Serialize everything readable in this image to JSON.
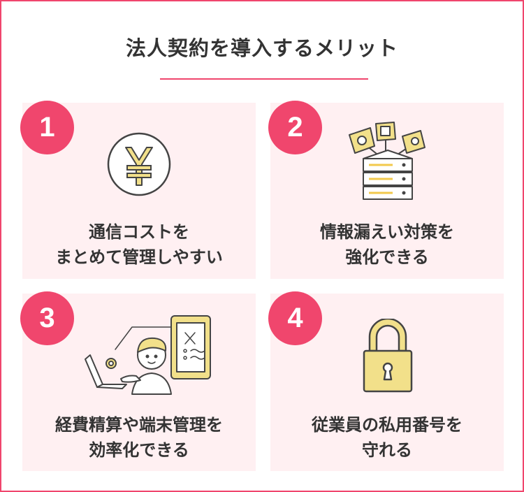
{
  "title": "法人契約を導入するメリット",
  "colors": {
    "accent": "#f0466d",
    "card_bg": "#fff0f2",
    "text": "#333333",
    "icon_yellow": "#f2e08a"
  },
  "benefits": [
    {
      "number": "1",
      "icon": "yen-coin-icon",
      "text": "通信コストを\nまとめて管理しやすい"
    },
    {
      "number": "2",
      "icon": "server-icon",
      "text": "情報漏えい対策を\n強化できる"
    },
    {
      "number": "3",
      "icon": "person-laptop-icon",
      "text": "経費精算や端末管理を\n効率化できる"
    },
    {
      "number": "4",
      "icon": "padlock-icon",
      "text": "従業員の私用番号を\n守れる"
    }
  ]
}
